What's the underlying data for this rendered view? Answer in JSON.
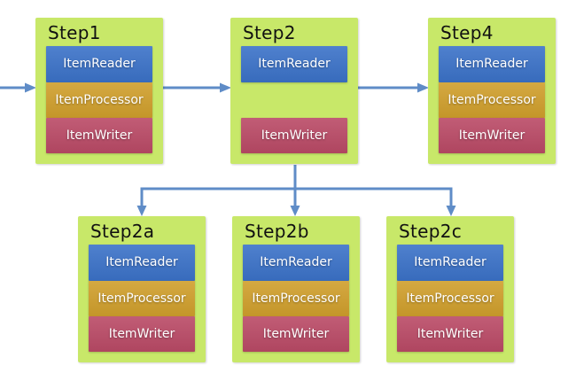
{
  "diagram": {
    "type": "flow-diagram",
    "colors": {
      "box-bg": "#c8e869",
      "reader-bg": "#3b72c8",
      "processor-bg": "#d09f2c",
      "writer-bg": "#ba4a66",
      "arrow": "#5f8cc7",
      "title-text": "#111111",
      "bar-text": "#ffffff"
    },
    "steps": [
      {
        "label": "Step1",
        "reader": "ItemReader",
        "processor": "ItemProcessor",
        "writer": "ItemWriter"
      },
      {
        "label": "Step2",
        "reader": "ItemReader",
        "processor": null,
        "writer": "ItemWriter"
      },
      {
        "label": "Step4",
        "reader": "ItemReader",
        "processor": "ItemProcessor",
        "writer": "ItemWriter"
      },
      {
        "label": "Step2a",
        "reader": "ItemReader",
        "processor": "ItemProcessor",
        "writer": "ItemWriter"
      },
      {
        "label": "Step2b",
        "reader": "ItemReader",
        "processor": "ItemProcessor",
        "writer": "ItemWriter"
      },
      {
        "label": "Step2c",
        "reader": "ItemReader",
        "processor": "ItemProcessor",
        "writer": "ItemWriter"
      }
    ],
    "connections": [
      {
        "from": "start",
        "to": "Step1"
      },
      {
        "from": "Step1",
        "to": "Step2"
      },
      {
        "from": "Step2",
        "to": "Step4"
      },
      {
        "from": "Step2",
        "to": "Step2a"
      },
      {
        "from": "Step2",
        "to": "Step2b"
      },
      {
        "from": "Step2",
        "to": "Step2c"
      }
    ]
  }
}
